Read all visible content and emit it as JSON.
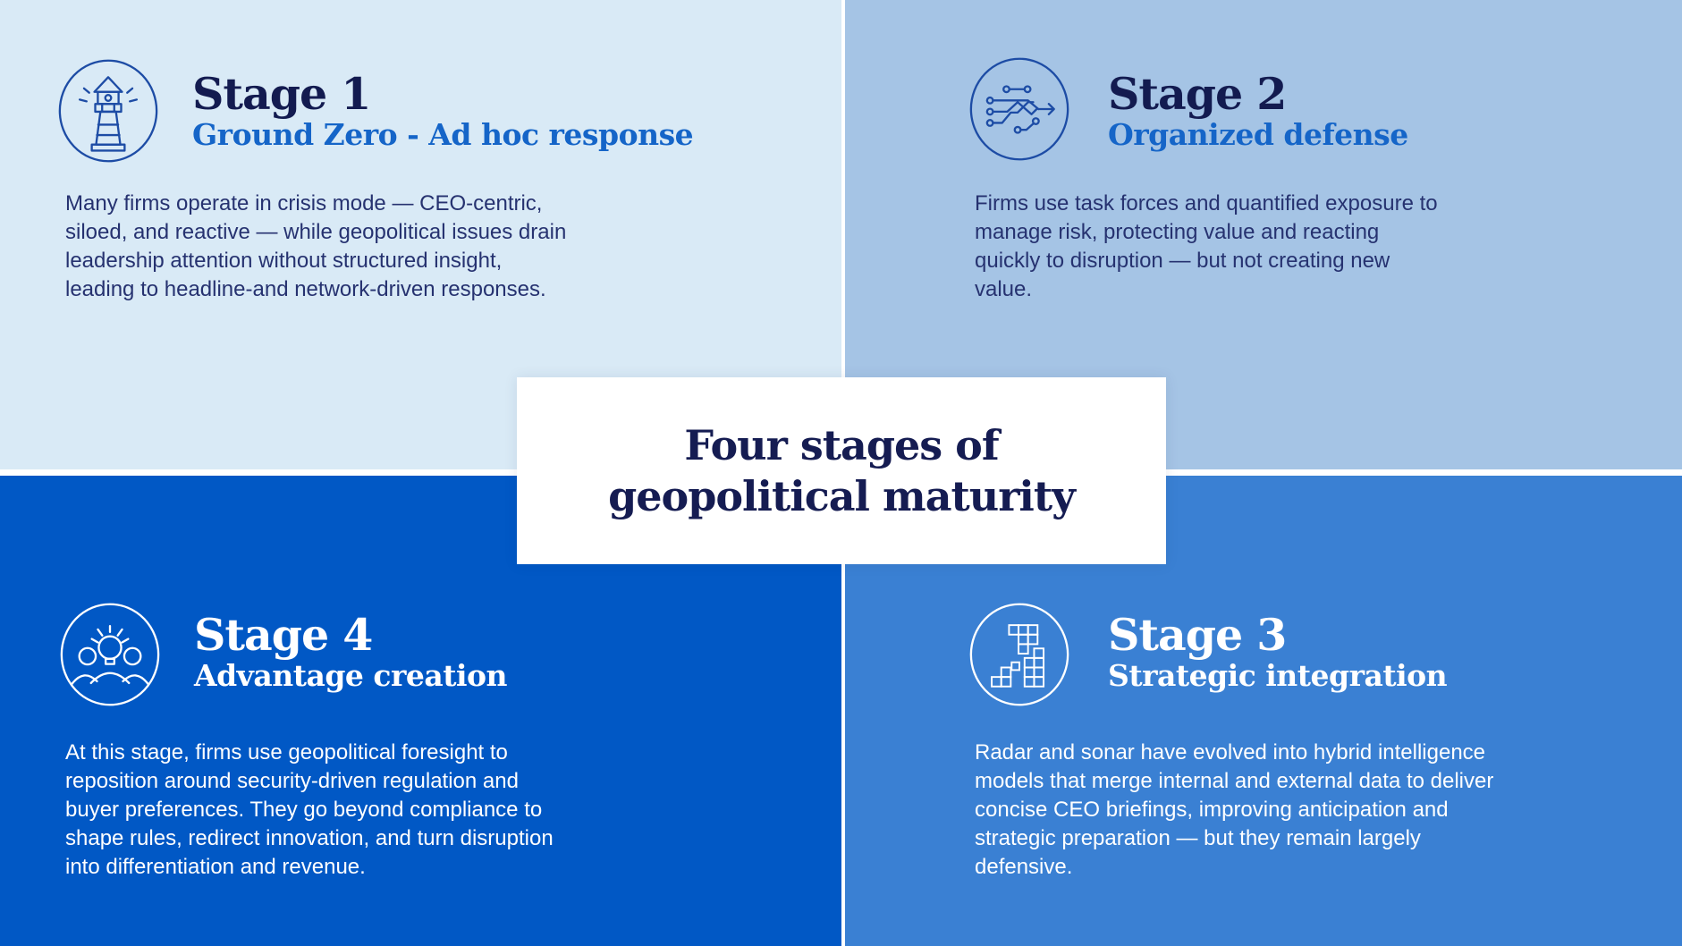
{
  "center_card": {
    "title_lines": [
      "Four stages of",
      "geopolitical maturity"
    ]
  },
  "quadrants": {
    "stage1": {
      "position": "top-left",
      "stage_label": "Stage 1",
      "subtitle": "Ground Zero - Ad hoc response",
      "icon": "lighthouse-icon",
      "body_lines": [
        "Many firms operate in crisis mode — CEO-centric,",
        "siloed, and reactive — while geopolitical issues drain",
        "leadership attention without structured insight,",
        "leading to headline-and network-driven responses."
      ]
    },
    "stage2": {
      "position": "top-right",
      "stage_label": "Stage 2",
      "subtitle": "Organized defense",
      "icon": "circuit-flow-icon",
      "body_lines": [
        "Firms use task forces and quantified exposure to",
        "manage risk, protecting value and reacting",
        "quickly to disruption — but not creating new",
        "value."
      ]
    },
    "stage3": {
      "position": "bottom-right",
      "stage_label": "Stage 3",
      "subtitle": "Strategic integration",
      "icon": "building-blocks-icon",
      "body_lines": [
        "Radar and sonar have evolved into hybrid intelligence",
        "models that merge internal and external data to deliver",
        "concise CEO briefings, improving anticipation and",
        "strategic preparation — but they remain largely",
        "defensive."
      ]
    },
    "stage4": {
      "position": "bottom-left",
      "stage_label": "Stage 4",
      "subtitle": "Advantage creation",
      "icon": "people-idea-icon",
      "body_lines": [
        "At this stage, firms use geopolitical foresight to",
        "reposition around security-driven regulation and",
        "buyer preferences. They go beyond compliance to",
        "shape rules, redirect innovation, and turn disruption",
        "into differentiation and revenue."
      ]
    }
  },
  "colors": {
    "quadrant_top_left_bg": "#D9EAF6",
    "quadrant_top_right_bg": "#A5C4E5",
    "quadrant_bottom_left_bg": "#0158C5",
    "quadrant_bottom_right_bg": "#3A80D3",
    "stage_heading_navy": "#131B50",
    "subtitle_blue": "#1565C8",
    "body_navy": "#263270",
    "title_navy": "#151C52",
    "icon_stroke_blue": "#1D4CA5",
    "light_text": "#FFFFFF",
    "divider_white": "#FFFFFF"
  }
}
